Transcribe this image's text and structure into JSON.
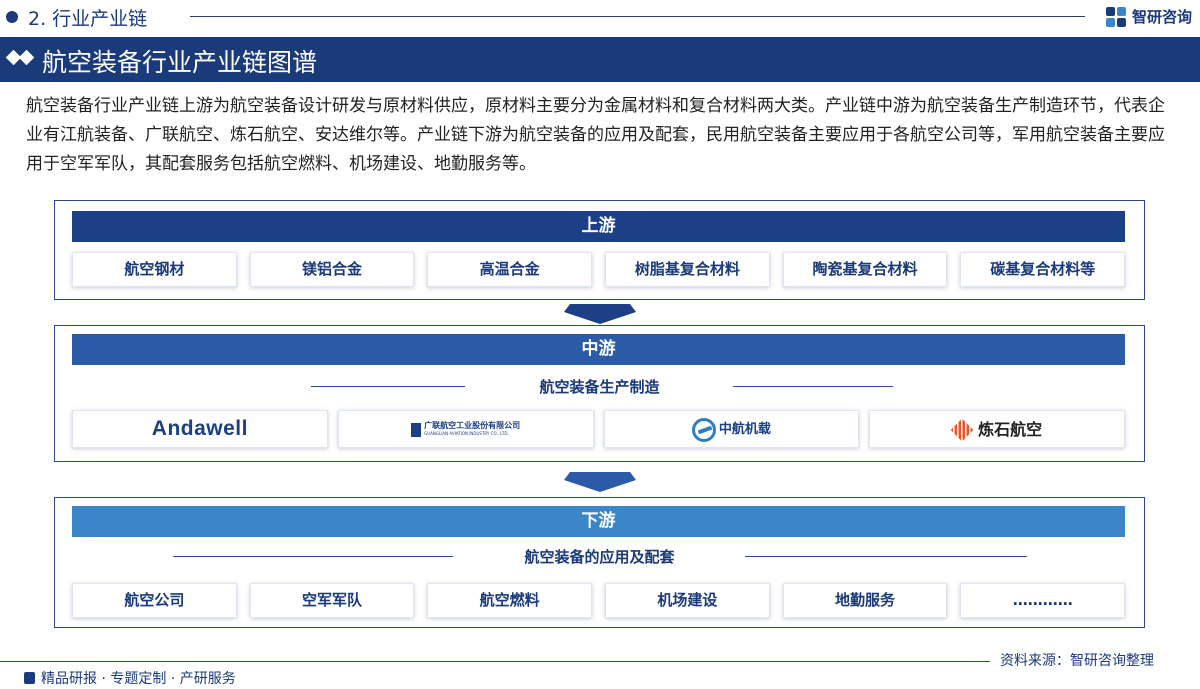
{
  "header": {
    "section": "2. 行业产业链",
    "brand": "智研咨询"
  },
  "banner": {
    "title": "航空装备行业产业链图谱"
  },
  "description": "航空装备行业产业链上游为航空装备设计研发与原材料供应，原材料主要分为金属材料和复合材料两大类。产业链中游为航空装备生产制造环节，代表企业有江航装备、广联航空、炼石航空、安达维尔等。产业链下游为航空装备的应用及配套，民用航空装备主要应用于各航空公司等，军用航空装备主要应用于空军军队，其配套服务包括航空燃料、机场建设、地勤服务等。",
  "upstream": {
    "title": "上游",
    "items": [
      "航空钢材",
      "镁铝合金",
      "高温合金",
      "树脂基复合材料",
      "陶瓷基复合材料",
      "碳基复合材料等"
    ]
  },
  "midstream": {
    "title": "中游",
    "subtitle": "航空装备生产制造",
    "companies": [
      {
        "logo": "andawell-logo",
        "text": "Andawell"
      },
      {
        "logo": "guanglian-logo",
        "text": "广联航空工业股份有限公司",
        "subtext": "GUANGLIAN AVIATION INDUSTRY CO., LTD."
      },
      {
        "logo": "zhonghang-logo",
        "text": "中航机载"
      },
      {
        "logo": "lianshi-logo",
        "text": "炼石航空"
      }
    ]
  },
  "downstream": {
    "title": "下游",
    "subtitle": "航空装备的应用及配套",
    "items": [
      "航空公司",
      "空军军队",
      "航空燃料",
      "机场建设",
      "地勤服务",
      "…………"
    ]
  },
  "footer": {
    "source": "资料来源：智研咨询整理",
    "tagline": "精品研报 · 专题定制 · 产研服务"
  },
  "colors": {
    "navy": "#1b3a7a",
    "upstream_header": "#1c3f85",
    "midstream_header": "#2b5aa6",
    "downstream_header": "#3b86c8"
  }
}
